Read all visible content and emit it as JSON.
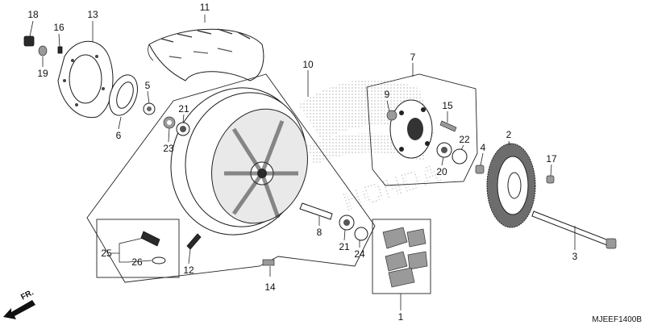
{
  "callouts": {
    "c1": "1",
    "c2": "2",
    "c3": "3",
    "c4": "4",
    "c5": "5",
    "c6": "6",
    "c7": "7",
    "c8": "8",
    "c9": "9",
    "c10": "10",
    "c11": "11",
    "c12": "12",
    "c13": "13",
    "c14": "14",
    "c15": "15",
    "c16": "16",
    "c17": "17",
    "c18": "18",
    "c19": "19",
    "c20": "20",
    "c21a": "21",
    "c21b": "21",
    "c22": "22",
    "c23": "23",
    "c24": "24",
    "c25": "25",
    "c26": "26"
  },
  "front_arrow": "FR.",
  "diagram_code": "MJEEF1400B",
  "watermark": "HONDA"
}
